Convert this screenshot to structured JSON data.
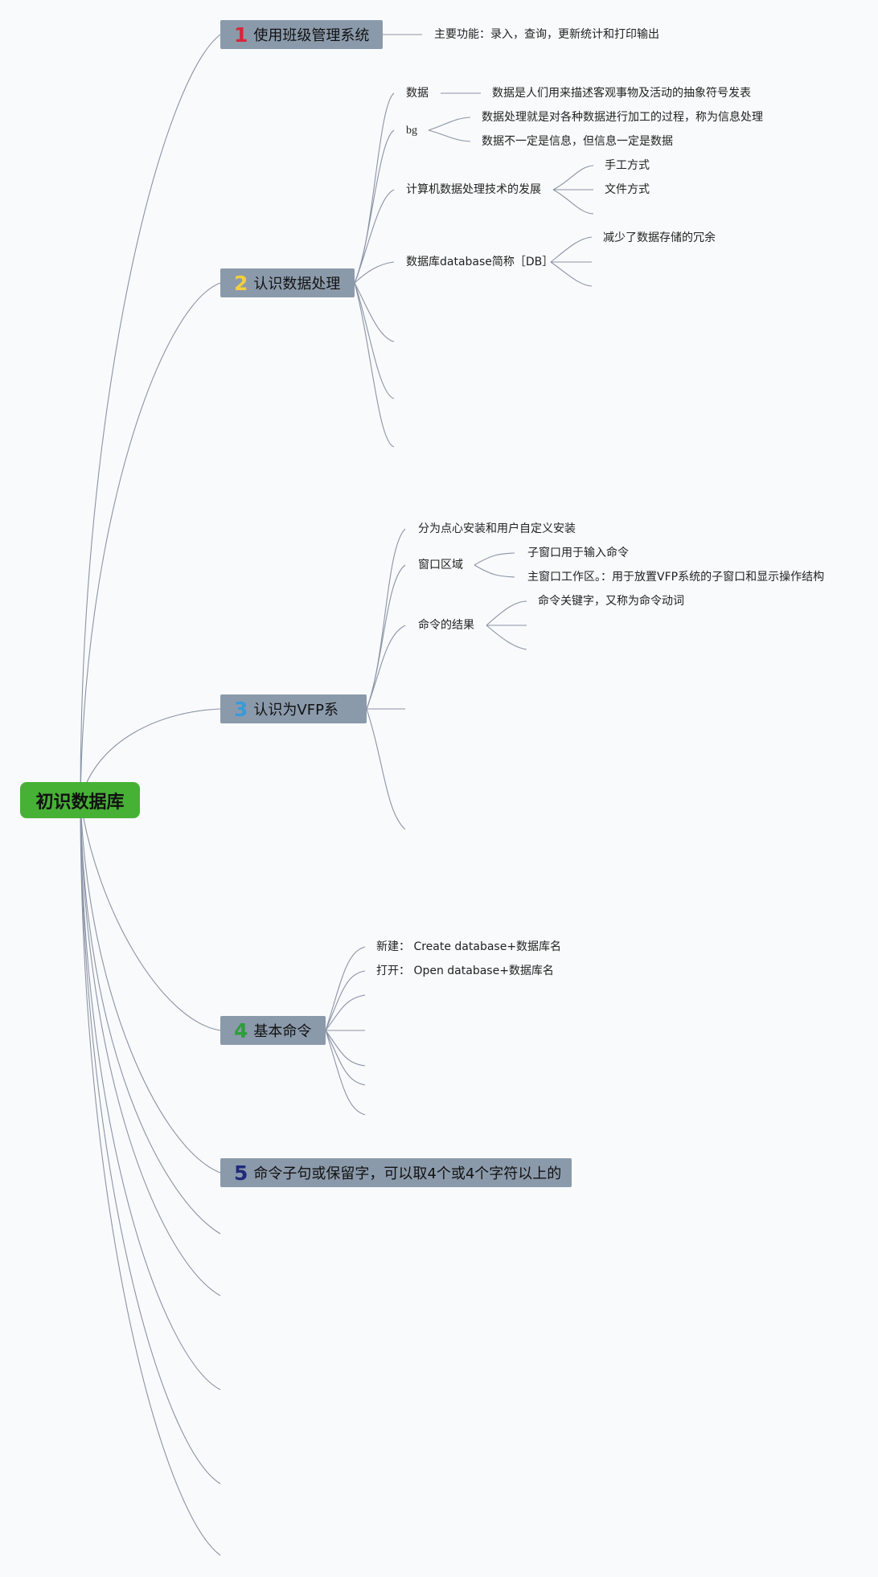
{
  "root": {
    "label": "初识数据库",
    "color": "#47b136"
  },
  "topics": [
    {
      "num": "1",
      "num_color": "#d8263a",
      "label": "使用班级管理系统"
    },
    {
      "num": "2",
      "num_color": "#f2d03c",
      "label": "认识数据处理"
    },
    {
      "num": "3",
      "num_color": "#3a9ad8",
      "label": "认识为VFP系"
    },
    {
      "num": "4",
      "num_color": "#2e9e3a",
      "label": "基本命令"
    },
    {
      "num": "5",
      "num_color": "#1f2a7a",
      "label": "命令子句或保留字，可以取4个或4个字符以上的"
    }
  ],
  "nodes": {
    "main_function": "主要功能：录入，查询，更新统计和打印输出",
    "data": "数据",
    "data_def": "数据是人们用来描述客观事物及活动的抽象符号发表",
    "bg": "bg",
    "processing_def": "数据处理就是对各种数据进行加工的过程，称为信息处理",
    "data_not_info": "数据不一定是信息，但信息一定是数据",
    "tech_dev": "计算机数据处理技术的发展",
    "manual": "手工方式",
    "file": "文件方式",
    "db_abbr": "数据库database简称［DB］",
    "reduce_redundancy": "减少了数据存储的冗余",
    "install": "分为点心安装和用户自定义安装",
    "window_area": "窗口区域",
    "sub_window": "子窗口用于输入命令",
    "main_window": "主窗口工作区。：用于放置VFP系统的子窗口和显示操作结构",
    "cmd_result": "命令的结果",
    "cmd_keyword": "命令关键字，又称为命令动词",
    "create": "新建：  Create database+数据库名",
    "open": "打开：  Open database+数据库名"
  },
  "colors": {
    "topic_bg": "#8b9aab",
    "line": "#8a93a6",
    "background": "#f9fafb"
  }
}
